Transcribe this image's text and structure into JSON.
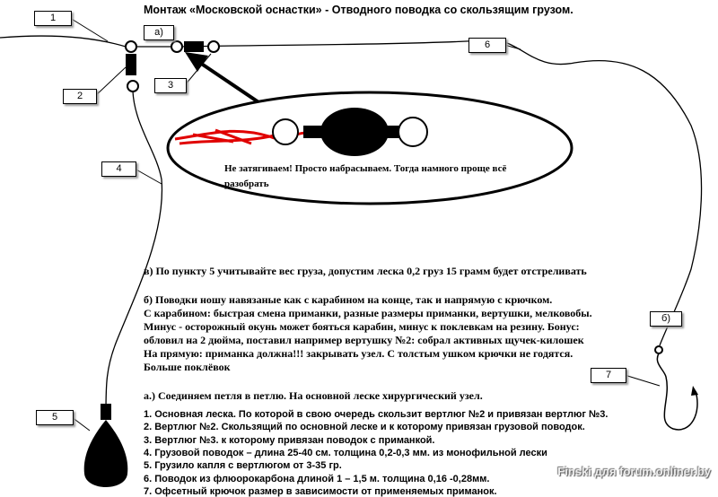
{
  "title": "Монтаж «Московской оснастки» - Отводного поводка со скользящим грузом.",
  "labels": {
    "l1": "1",
    "la": "а)",
    "l2": "2",
    "l3": "3",
    "l4": "4",
    "l5": "5",
    "l6": "6",
    "lb": "б)",
    "l7": "7"
  },
  "ellipse_note": [
    "Не затягиваем! Просто набрасываем. Тогда намного проще всё",
    "разобрать"
  ],
  "note_v": "в) По пункту 5 учитывайте вес груза, допустим леска 0,2 груз 15 грамм будет отстреливать",
  "note_b": [
    "б) Поводки ношу навязаные как с карабином на конце, так и напрямую с крючком.",
    "С карабином: быстрая смена приманки, разные размеры приманки, вертушки, мелковобы.",
    "Минус - осторожный окунь может бояться карабин, минус к поклевкам на резину. Бонус:",
    "обловил на 2 дюйма, поставил например вертушку №2:  собрал активных щучек-килошек",
    "На прямую: приманка должна!!! закрывать узел. С толстым ушком крючки не годятся.",
    "Больше поклёвок"
  ],
  "note_a": "а.) Соединяем петля в петлю. На основной леске хирургический узел.",
  "legend": [
    "1.  Основная леска. По которой в свою очередь скользит вертлюг №2 и привязан вертлюг №3.",
    "2.  Вертлюг №2. Скользящий по основной леске и к которому привязан грузовой поводок.",
    "3. Вертлюг №3. к которому привязан поводок с приманкой.",
    "4. Грузовой поводок – длина 25-40 см. толщина 0,2-0,3 мм. из монофильной лески",
    "5. Грузило капля с вертлюгом от 3-35 гр.",
    "6. Поводок  из флюорокарбона длиной 1 – 1,5 м. толщина 0,16 -0,28мм.",
    "7. Офсетный крючок размер в зависимости от применяемых приманок."
  ],
  "watermark": "Finski для forum.onliner.by",
  "colors": {
    "knot": "#e00000",
    "line": "#000000"
  }
}
